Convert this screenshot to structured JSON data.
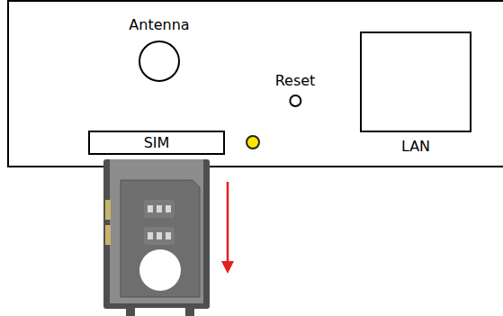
{
  "diagram": {
    "nodes": [
      {
        "text": [
          "Antenna"
        ]
      },
      {
        "text": [
          "Reset"
        ]
      },
      {
        "text": [
          "LAN"
        ]
      },
      {
        "text": [
          "SIM"
        ]
      }
    ]
  }
}
